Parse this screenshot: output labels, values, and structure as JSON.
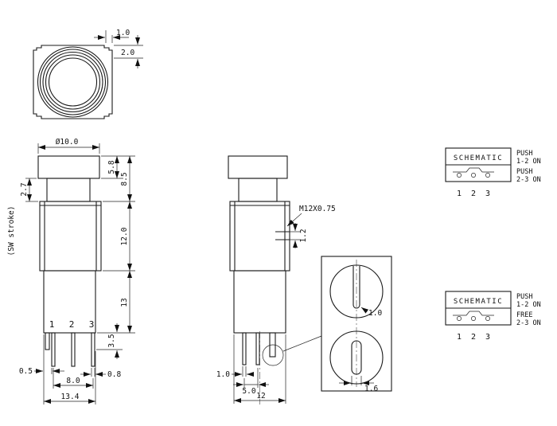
{
  "views": {
    "top": {
      "dim_notch": "1.0",
      "dim_edge_gap": "2.0"
    },
    "front": {
      "dim_cap_diameter": "Ø10.0",
      "dim_cap_height": "5.8",
      "dim_head_height": "8.5",
      "dim_stroke": "2.7",
      "stroke_label": "(SW stroke)",
      "dim_body_height": "12.0",
      "dim_base_height": "13",
      "dim_shoulder": "3.5",
      "dim_pin_inset": "0.5",
      "dim_pin_span": "8.0",
      "dim_pin_width": "0.8",
      "dim_total_width": "13.4",
      "pin_labels": [
        "1",
        "2",
        "3"
      ]
    },
    "side": {
      "thread_label": "M12X0.75",
      "dim_groove": "1.2",
      "dim_pin_thickness": "1.0",
      "dim_pin_pitch": "5.0",
      "dim_base_width": "12"
    },
    "detail": {
      "dim_slot_width": "1.0",
      "dim_keyway_width": "1.6"
    }
  },
  "schematics": [
    {
      "title": "SCHEMATIC",
      "state1_label": "PUSH",
      "state1_value": "1-2 ON",
      "state2_label": "PUSH",
      "state2_value": "2-3 ON",
      "pins": [
        "1",
        "2",
        "3"
      ]
    },
    {
      "title": "SCHEMATIC",
      "state1_label": "PUSH",
      "state1_value": "1-2 ON",
      "state2_label": "FREE",
      "state2_value": "2-3 ON",
      "pins": [
        "1",
        "2",
        "3"
      ]
    }
  ]
}
